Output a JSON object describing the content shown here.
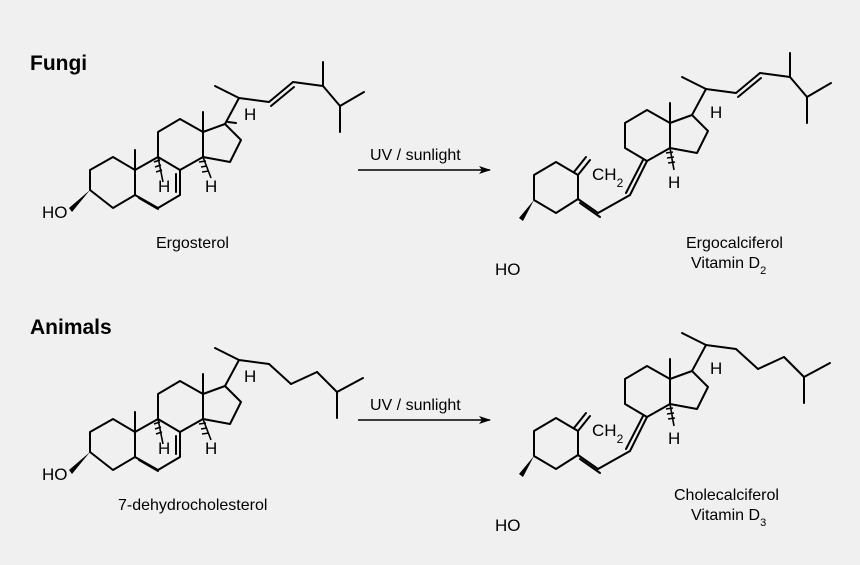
{
  "colors": {
    "background": "#f0f0f0",
    "ink": "#000000"
  },
  "rows": [
    {
      "group": "Fungi",
      "reactant": {
        "name": "Ergosterol",
        "oh_label": "HO",
        "h_label": "H"
      },
      "arrow_label": "UV / sunlight",
      "product": {
        "name": "Ergocalciferol",
        "vitamin_prefix": "Vitamin D",
        "vitamin_sub": "2",
        "oh_label": "HO",
        "h_label": "H",
        "ch2_label": "CH",
        "ch2_sub": "2"
      }
    },
    {
      "group": "Animals",
      "reactant": {
        "name": "7-dehydrocholesterol",
        "oh_label": "HO",
        "h_label": "H"
      },
      "arrow_label": "UV / sunlight",
      "product": {
        "name": "Cholecalciferol",
        "vitamin_prefix": "Vitamin D",
        "vitamin_sub": "3",
        "oh_label": "HO",
        "h_label": "H",
        "ch2_label": "CH",
        "ch2_sub": "2"
      }
    }
  ]
}
